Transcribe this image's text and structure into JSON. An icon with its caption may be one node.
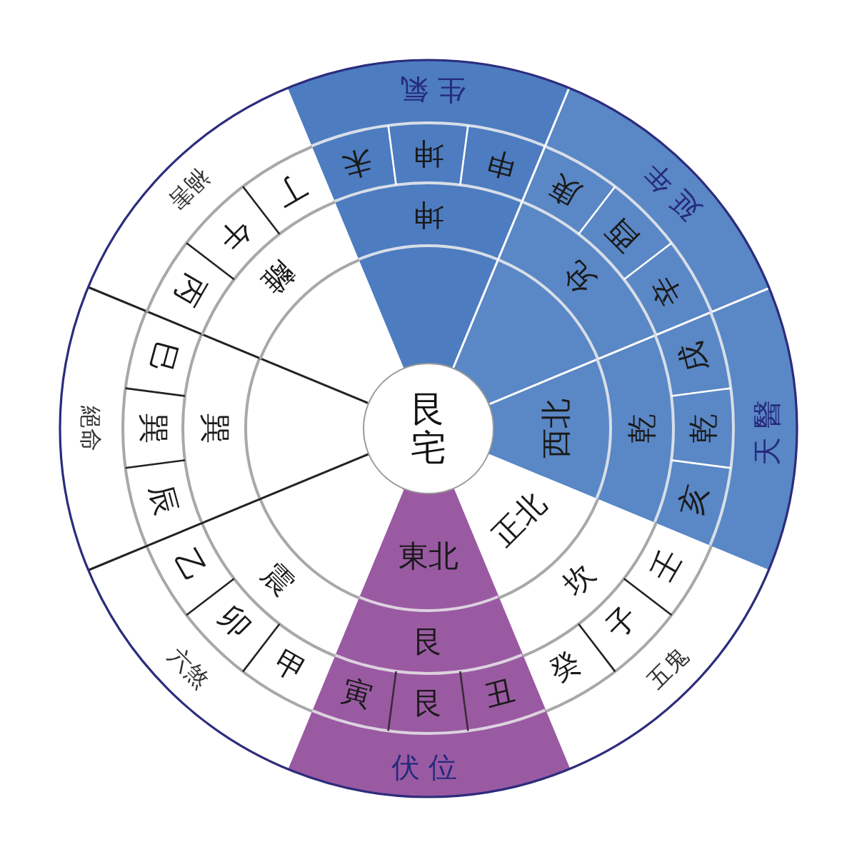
{
  "diagram": {
    "nodes": [
      {
        "text": [
          "艮宅"
        ]
      },
      {
        "text": [
          "生氣"
        ]
      },
      {
        "text": [
          "申"
        ],
        "in": 1
      },
      {
        "text": [
          "坤"
        ],
        "in": 1
      },
      {
        "text": [
          "未"
        ],
        "in": 1
      },
      {
        "text": [
          "坤"
        ],
        "in": 1
      },
      {
        "text": [
          "延年"
        ]
      },
      {
        "text": [
          "辛"
        ],
        "in": 6
      },
      {
        "text": [
          "酉"
        ],
        "in": 6
      },
      {
        "text": [
          "庚"
        ],
        "in": 6
      },
      {
        "text": [
          "兌"
        ],
        "in": 6
      },
      {
        "text": [
          "天醫"
        ]
      },
      {
        "text": [
          "亥"
        ],
        "in": 11
      },
      {
        "text": [
          "乾"
        ],
        "in": 11
      },
      {
        "text": [
          "戌"
        ],
        "in": 11
      },
      {
        "text": [
          "乾"
        ],
        "in": 11
      },
      {
        "text": [
          "西北"
        ],
        "in": 11
      },
      {
        "text": [
          "五鬼"
        ]
      },
      {
        "text": [
          "癸"
        ],
        "in": 17
      },
      {
        "text": [
          "子"
        ],
        "in": 17
      },
      {
        "text": [
          "壬"
        ],
        "in": 17
      },
      {
        "text": [
          "坎"
        ],
        "in": 17
      },
      {
        "text": [
          "正北"
        ],
        "in": 17
      },
      {
        "text": [
          "伏位"
        ]
      },
      {
        "text": [
          "寅"
        ],
        "in": 23
      },
      {
        "text": [
          "艮"
        ],
        "in": 23
      },
      {
        "text": [
          "丑"
        ],
        "in": 23
      },
      {
        "text": [
          "艮"
        ],
        "in": 23
      },
      {
        "text": [
          "東北"
        ],
        "in": 23
      },
      {
        "text": [
          "六煞"
        ]
      },
      {
        "text": [
          "乙"
        ],
        "in": 29
      },
      {
        "text": [
          "卯"
        ],
        "in": 29
      },
      {
        "text": [
          "甲"
        ],
        "in": 29
      },
      {
        "text": [
          "震"
        ],
        "in": 29
      },
      {
        "text": [
          "絕命"
        ]
      },
      {
        "text": [
          "巳"
        ],
        "in": 34
      },
      {
        "text": [
          "巽"
        ],
        "in": 34
      },
      {
        "text": [
          "辰"
        ],
        "in": 34
      },
      {
        "text": [
          "巽"
        ],
        "in": 34
      },
      {
        "text": [
          "禍害"
        ]
      },
      {
        "text": [
          "丁"
        ],
        "in": 39
      },
      {
        "text": [
          "午"
        ],
        "in": 39
      },
      {
        "text": [
          "丙"
        ],
        "in": 39
      },
      {
        "text": [
          "離"
        ],
        "in": 39
      }
    ]
  }
}
